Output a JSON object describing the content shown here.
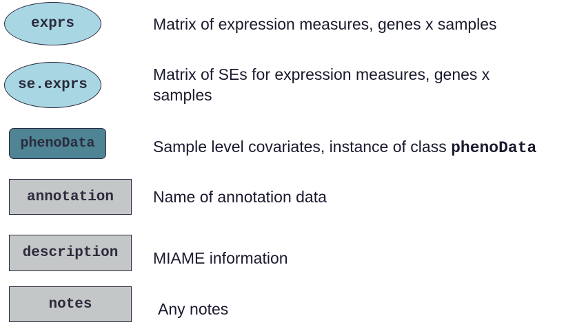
{
  "slots": [
    {
      "name": "exprs",
      "description": "Matrix of expression measures, genes x samples"
    },
    {
      "name": "se.exprs",
      "description_line1": "Matrix of SEs for expression measures, genes x",
      "description_line2": "samples"
    },
    {
      "name": "phenoData",
      "description_prefix": "Sample level covariates, instance of class ",
      "description_code": "phenoData"
    },
    {
      "name": "annotation",
      "description": "Name of annotation data"
    },
    {
      "name": "description",
      "description": "MIAME information"
    },
    {
      "name": "notes",
      "description": "Any notes"
    }
  ],
  "colors": {
    "oval_fill": "#a8d7e3",
    "rounded_fill": "#4e8493",
    "rect_fill": "#c4c7c7",
    "outline": "#2a2a40"
  }
}
